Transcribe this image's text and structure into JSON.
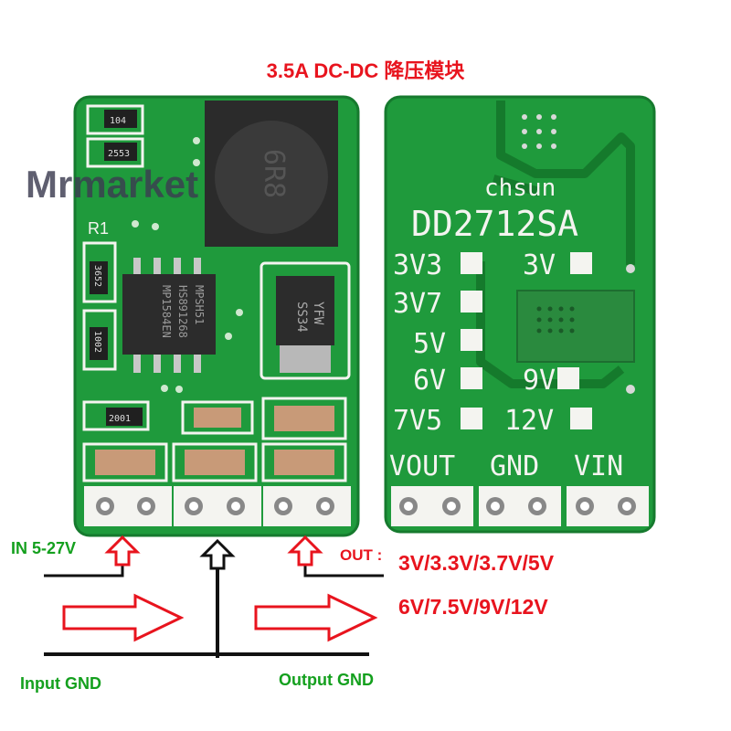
{
  "title": "3.5A DC-DC 降压模块",
  "watermark": "Mrmarket",
  "colors": {
    "pcb_green": "#1f9a3c",
    "silk": "#f4f4f0",
    "label_red": "#e8141e",
    "label_green": "#14a01e",
    "arrow_red": "#e8141e"
  },
  "front_board": {
    "inductor_marking": "6R8",
    "ic_marking_1": "MPSH51",
    "ic_marking_2": "HS891268",
    "ic_marking_3": "MP1584EN",
    "diode_marking_1": "YFW",
    "diode_marking_2": "SS34",
    "ref_r1": "R1",
    "res_top": "104",
    "res_2": "2553",
    "res_3": "3652",
    "res_4": "1002",
    "res_5": "2001"
  },
  "back_board": {
    "brand": "chsun",
    "model": "DD2712SA",
    "voltage_pads": [
      "3V3",
      "3V",
      "3V7",
      "5V",
      "6V",
      "9V",
      "7V5",
      "12V"
    ],
    "pin_labels": [
      "VOUT",
      "GND",
      "VIN"
    ]
  },
  "wiring": {
    "in_label": "IN 5-27V",
    "input_gnd": "Input GND",
    "output_gnd": "Output GND",
    "out_label": "OUT :",
    "out_line1": "3V/3.3V/3.7V/5V",
    "out_line2": "6V/7.5V/9V/12V"
  }
}
